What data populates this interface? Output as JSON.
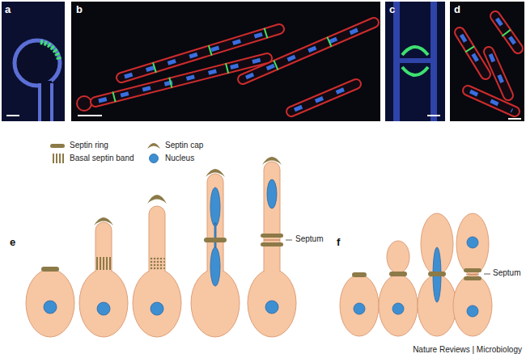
{
  "diagram": {
    "labels": [
      "a",
      "b",
      "c",
      "d",
      "e",
      "f",
      "Septum",
      "Septum",
      "Nature Reviews | Microbiology"
    ],
    "legend": [
      {
        "text": "Septin ring"
      },
      {
        "text": "Septin cap"
      },
      {
        "text": "Basal septin band"
      },
      {
        "text": "Nucleus"
      }
    ]
  }
}
